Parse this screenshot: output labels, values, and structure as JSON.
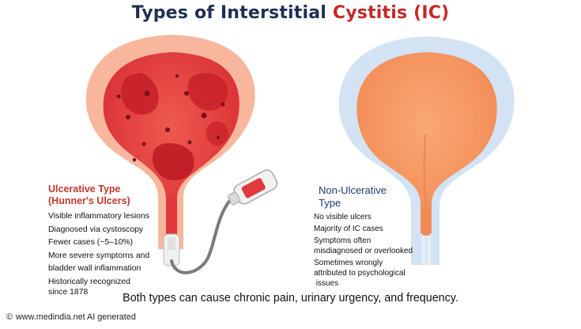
{
  "title": {
    "part1": "Types of Interstitial ",
    "part2": "Cystitis (IC)"
  },
  "ulcerative": {
    "heading_line1": "Ulcerative Type",
    "heading_line2": "(Hunner's Ulcers)",
    "lines": [
      "Visible inflammatory lesions",
      "Diagnosed via cystoscopy",
      "Fewer cases (~5–10%)",
      "More severe symptoms and",
      "bladder wall inflammation",
      "Historically recognized",
      "since 1878"
    ]
  },
  "non_ulcerative": {
    "heading_line1": "Non-Ulcerative",
    "heading_line2": "Type",
    "lines": [
      "No visible ulcers",
      "Majority of IC cases",
      "Symptoms often",
      "misdiagnosed or overlooked",
      "Sometimes wrongly",
      "attributed to psychological",
      " issues"
    ]
  },
  "caption": "Both types can cause chronic pain, urinary urgency, and frequency.",
  "credit": {
    "symbol": "©",
    "text": "www.medindia.net AI generated"
  },
  "colors": {
    "title_navy": "#1f2f52",
    "title_red": "#c62828",
    "ulcer_heading": "#c0392b",
    "nonulcer_heading": "#1f3a6e",
    "ulcer_wall": "#f7b59a",
    "ulcer_lining": "#e63f3f",
    "healthy_wall": "#cfe1f4",
    "healthy_lining": "#f69a62"
  }
}
